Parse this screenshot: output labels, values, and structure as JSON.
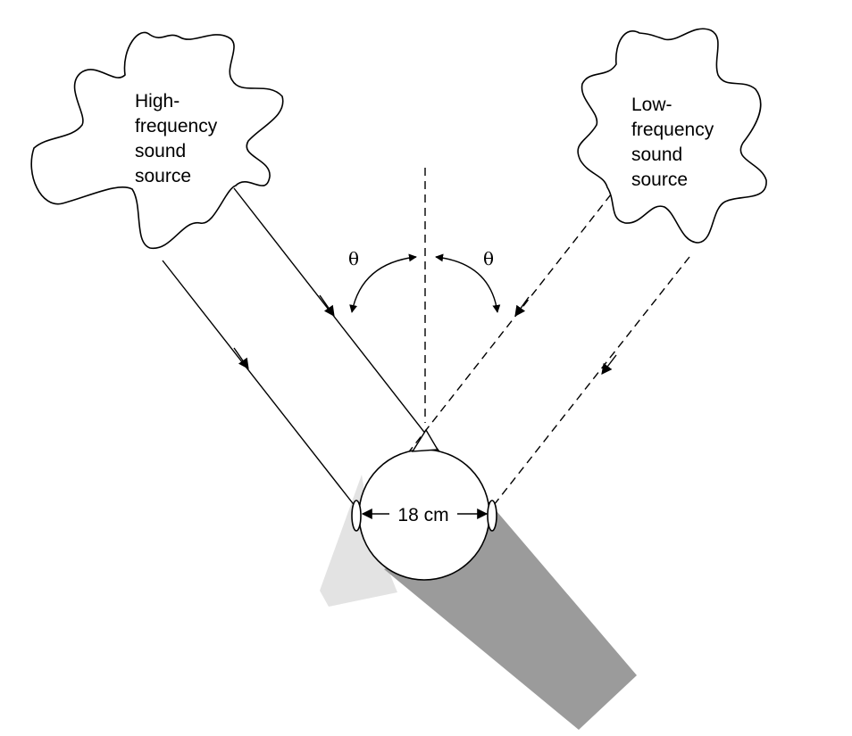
{
  "high_source": {
    "lines": [
      "High-",
      "frequency",
      "sound",
      "source"
    ]
  },
  "low_source": {
    "lines": [
      "Low-",
      "frequency",
      "sound",
      "source"
    ]
  },
  "angle_left": "θ",
  "angle_right": "θ",
  "head_width_label": "18 cm",
  "colors": {
    "shadow_dark": "#9b9b9b",
    "shadow_light": "#e3e3e3",
    "stroke": "#000000"
  }
}
